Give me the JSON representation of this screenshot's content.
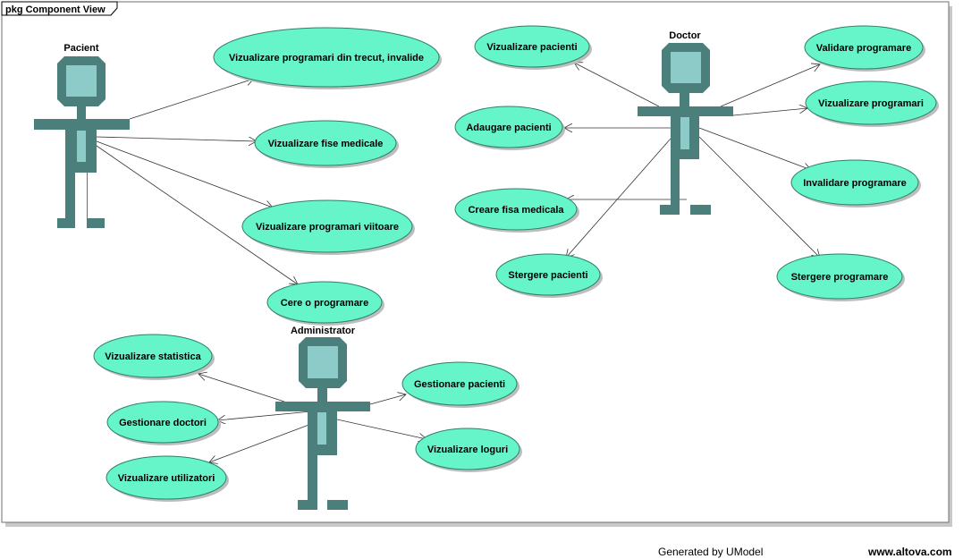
{
  "package": {
    "label": "pkg Component View"
  },
  "actors": [
    {
      "id": "pacient",
      "name": "Pacient"
    },
    {
      "id": "doctor",
      "name": "Doctor"
    },
    {
      "id": "admin",
      "name": "Administrator"
    }
  ],
  "use_cases": [
    {
      "id": "uc-programari-trecut",
      "label": "Vizualizare programari din trecut, invalide",
      "actor": "pacient"
    },
    {
      "id": "uc-fise-medicale",
      "label": "Vizualizare fise medicale",
      "actor": "pacient"
    },
    {
      "id": "uc-programari-viitoare",
      "label": "Vizualizare programari viitoare",
      "actor": "pacient"
    },
    {
      "id": "uc-cere-programare",
      "label": "Cere o programare",
      "actor": "pacient"
    },
    {
      "id": "uc-viz-pacienti",
      "label": "Vizualizare pacienti",
      "actor": "doctor"
    },
    {
      "id": "uc-adaugare-pacienti",
      "label": "Adaugare pacienti",
      "actor": "doctor"
    },
    {
      "id": "uc-creare-fisa",
      "label": "Creare fisa medicala",
      "actor": "doctor"
    },
    {
      "id": "uc-stergere-pacienti",
      "label": "Stergere pacienti",
      "actor": "doctor"
    },
    {
      "id": "uc-validare-programare",
      "label": "Validare programare",
      "actor": "doctor"
    },
    {
      "id": "uc-viz-programari",
      "label": "Vizualizare programari",
      "actor": "doctor"
    },
    {
      "id": "uc-invalidare-programare",
      "label": "Invalidare programare",
      "actor": "doctor"
    },
    {
      "id": "uc-stergere-programare",
      "label": "Stergere programare",
      "actor": "doctor"
    },
    {
      "id": "uc-statistica",
      "label": "Vizualizare statistica",
      "actor": "admin"
    },
    {
      "id": "uc-gestionare-doctori",
      "label": "Gestionare doctori",
      "actor": "admin"
    },
    {
      "id": "uc-viz-utilizatori",
      "label": "Vizualizare utilizatori",
      "actor": "admin"
    },
    {
      "id": "uc-gestionare-pacienti",
      "label": "Gestionare pacienti",
      "actor": "admin"
    },
    {
      "id": "uc-viz-loguri",
      "label": "Vizualizare loguri",
      "actor": "admin"
    }
  ],
  "footer": {
    "generated": "Generated by UModel",
    "site": "www.altova.com"
  },
  "colors": {
    "use_case_fill": "#66f5c8",
    "actor_body": "#4a7f7c",
    "actor_face": "#8ccbc8"
  }
}
